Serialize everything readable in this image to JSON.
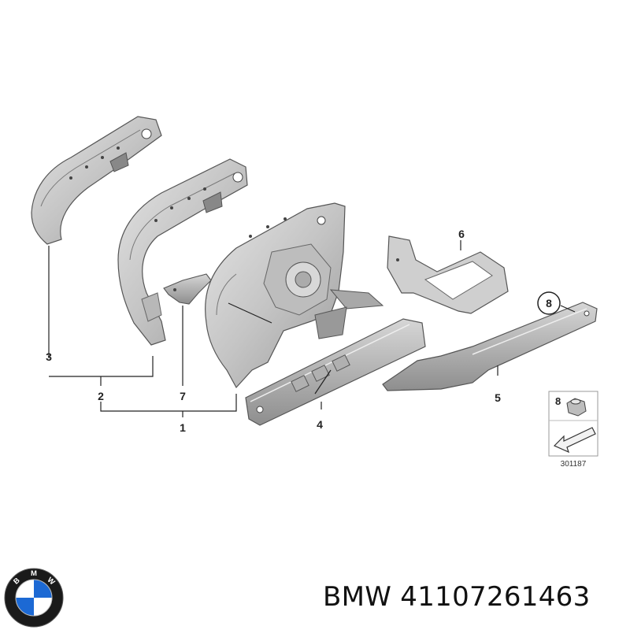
{
  "diagram": {
    "callouts": {
      "p1": "1",
      "p2": "2",
      "p3": "3",
      "p4": "4",
      "p5": "5",
      "p6": "6",
      "p7": "7",
      "p8": "8"
    },
    "legend": {
      "number": "8",
      "code": "301187"
    }
  },
  "brand": {
    "logo_letters": [
      "B",
      "M",
      "W"
    ],
    "colors": {
      "blue": "#1c69d4",
      "white": "#ffffff",
      "ring": "#1a1a1a"
    }
  },
  "caption": "BMW 41107261463"
}
